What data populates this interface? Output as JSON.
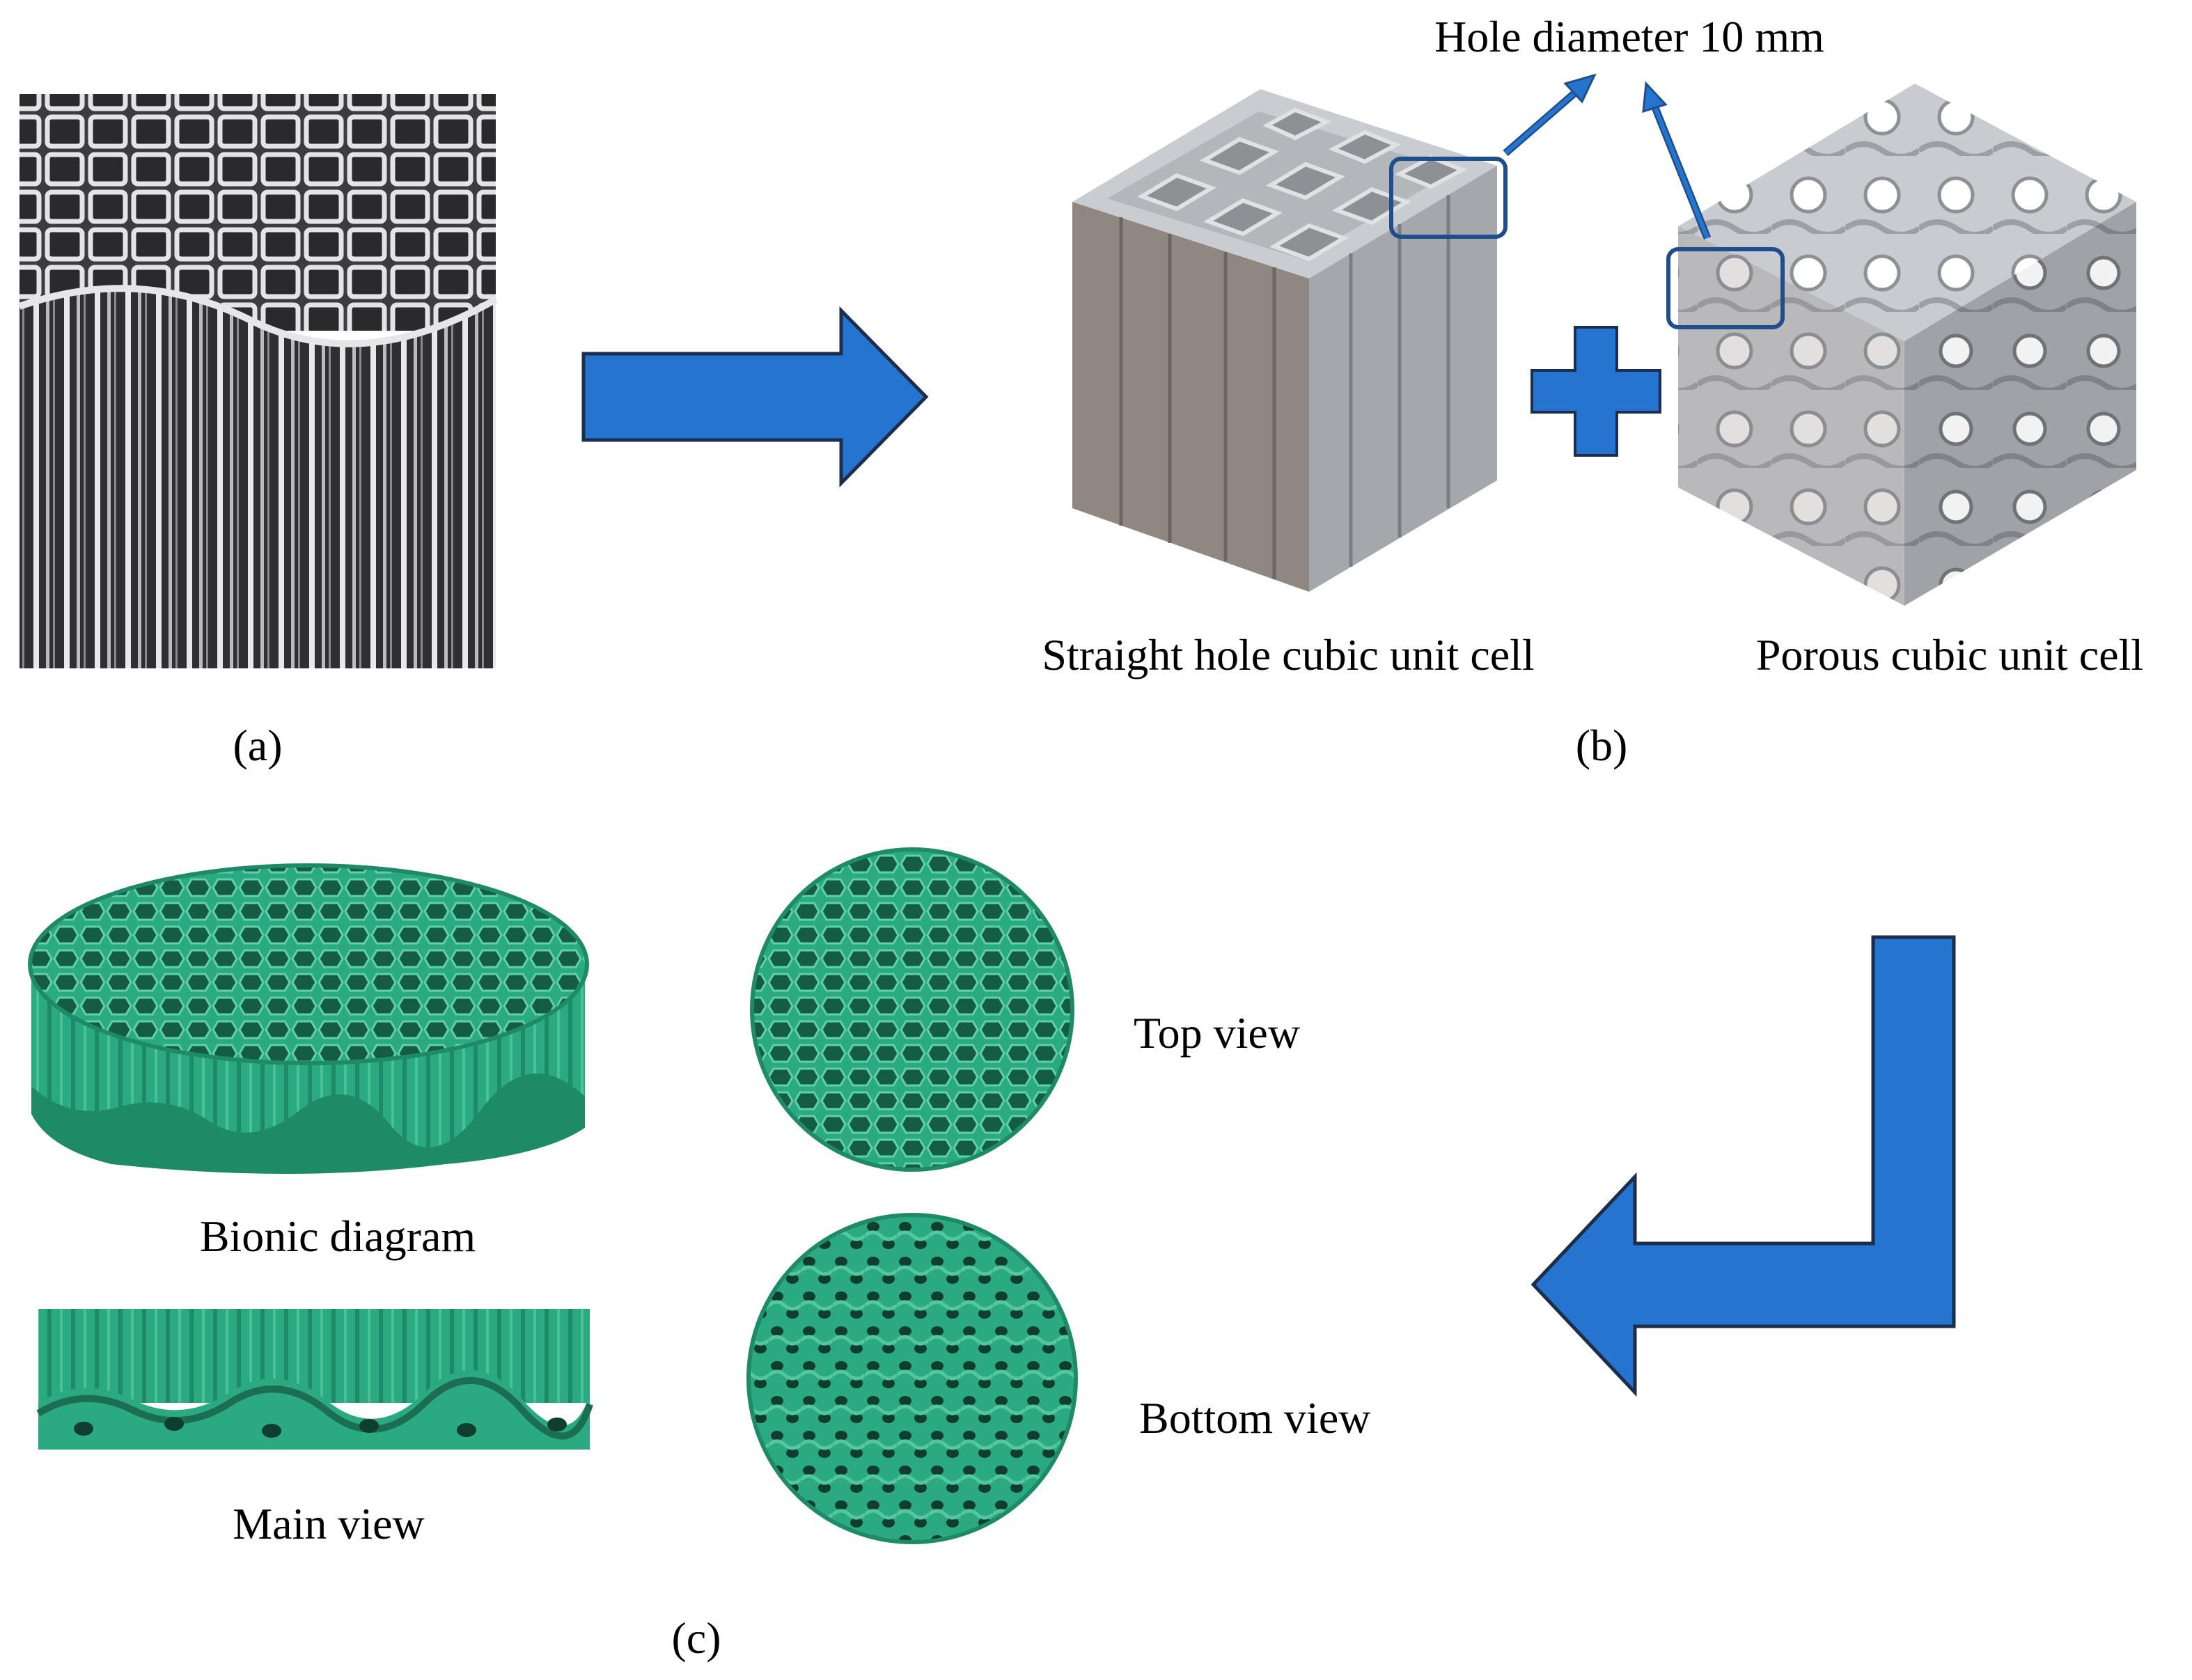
{
  "panels": {
    "a": {
      "label": "(a)"
    },
    "b": {
      "label": "(b)",
      "annotation": "Hole diameter 10 mm",
      "straight_caption": "Straight hole cubic unit cell",
      "porous_caption": "Porous cubic unit cell"
    },
    "c": {
      "label": "(c)",
      "bionic_caption": "Bionic diagram",
      "main_caption": "Main view",
      "top_caption": "Top view",
      "bottom_caption": "Bottom view"
    }
  },
  "colors": {
    "arrow_fill": "#2474D0",
    "arrow_stroke": "#1C2E4A",
    "highlight_box": "#1F4E8C",
    "model_green": "#2BAA82",
    "model_green_dark": "#1B6E52",
    "metal_light": "#C9CCD0",
    "metal_mid": "#9EA2A6",
    "metal_dark": "#7D7772",
    "wood_dark": "#3A3A3E",
    "wood_light": "#D8D8DA"
  },
  "icons": [
    "arrow-right-icon",
    "plus-icon",
    "arrow-turn-left-icon"
  ]
}
